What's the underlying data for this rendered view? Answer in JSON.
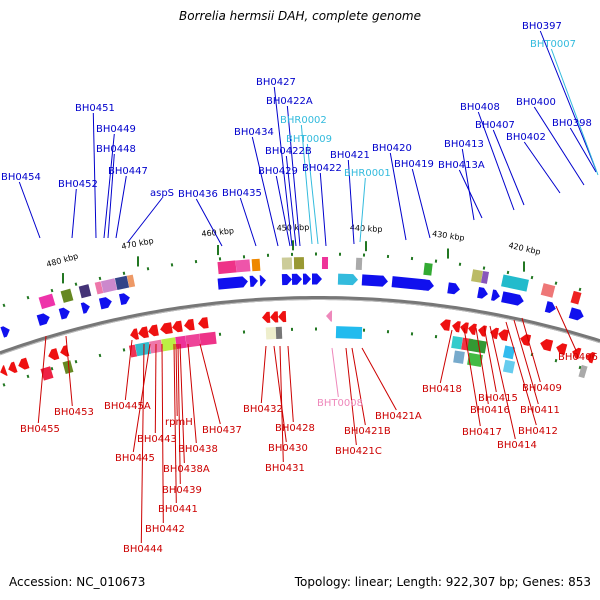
{
  "title": "Borrelia hermsii DAH, complete genome",
  "footer": {
    "accession": "Accession: NC_010673",
    "summary": "Topology: linear; Length: 922,307 bp; Genes: 853"
  },
  "colors": {
    "forward_label": "#0000cc",
    "reverse_label": "#cc0000",
    "forward_rna": "#33bbdd",
    "reverse_rna": "#ee88bb",
    "backbone": "#777777",
    "kbp_tick": "#227722"
  },
  "kbp_ticks": [
    "480 kbp",
    "470 kbp",
    "460 kbp",
    "450 kbp",
    "440 kbp",
    "430 kbp",
    "420 kbp"
  ],
  "forward_labels": [
    "BH0454",
    "BH0452",
    "BH0451",
    "BH0449",
    "BH0448",
    "BH0447",
    "aspS",
    "BH0436",
    "BH0435",
    "BH0434",
    "BH0429",
    "BH0427",
    "BH0422A",
    "BH0422B",
    "BH0422",
    "BH0421",
    "BH0420",
    "BH0419",
    "BH0413",
    "BH0413A",
    "BH0408",
    "BH0407",
    "BH0402",
    "BH0400",
    "BH0398",
    "BH0397"
  ],
  "forward_rna_labels": [
    "BHR0002",
    "BHT0009",
    "BHR0001",
    "BHT0007"
  ],
  "reverse_labels": [
    "BH0455",
    "BH0453",
    "BH0445A",
    "BH0445",
    "BH0443",
    "rpmH",
    "BH0438A",
    "BH0439",
    "BH0441",
    "BH0442",
    "BH0444",
    "BH0438",
    "BH0437",
    "BH0432",
    "BH0430",
    "BH0431",
    "BH0428",
    "BH0421B",
    "BH0421C",
    "BH0421A",
    "BH0418",
    "BH0417",
    "BH0416",
    "BH0415",
    "BH0414",
    "BH0412",
    "BH0411",
    "BH0409",
    "BH0406"
  ],
  "reverse_rna_labels": [
    "BHT0008"
  ]
}
